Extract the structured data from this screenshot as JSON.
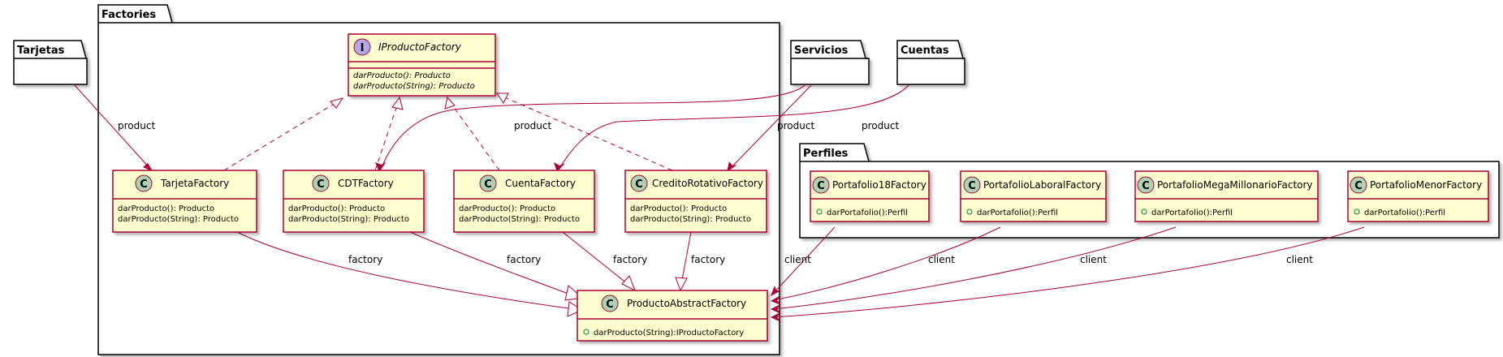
{
  "colors": {
    "class_fill": "#FEFECE",
    "class_border": "#A80036",
    "class_symbol": "#ADD1B2",
    "interface_symbol": "#B4A7E5",
    "package_fill": "#FFFFFF",
    "edge": "#A80036",
    "visibility_public": "#84BE84"
  },
  "packages": {
    "factories": "Factories",
    "tarjetas": "Tarjetas",
    "servicios": "Servicios",
    "cuentas": "Cuentas",
    "perfiles": "Perfiles"
  },
  "interface": {
    "symbol": "I",
    "name": "IProductoFactory",
    "methods": [
      "darProducto(): Producto",
      "darProducto(String): Producto"
    ]
  },
  "symbols": {
    "class": "C"
  },
  "factory_classes": [
    {
      "name": "TarjetaFactory",
      "methods": [
        "darProducto(): Producto",
        "darProducto(String): Producto"
      ]
    },
    {
      "name": "CDTFactory",
      "methods": [
        "darProducto(): Producto",
        "darProducto(String): Producto"
      ]
    },
    {
      "name": "CuentaFactory",
      "methods": [
        "darProducto(): Producto",
        "darProducto(String): Producto"
      ]
    },
    {
      "name": "CreditoRotativoFactory",
      "methods": [
        "darProducto(): Producto",
        "darProducto(String): Producto"
      ]
    }
  ],
  "abstract_factory": {
    "name": "ProductoAbstractFactory",
    "methods": [
      "darProducto(String):IProductoFactory"
    ]
  },
  "perfil_classes": [
    {
      "name": "Portafolio18Factory",
      "methods": [
        "darPortafolio():Perfil"
      ]
    },
    {
      "name": "PortafolioLaboralFactory",
      "methods": [
        "darPortafolio():Perfil"
      ]
    },
    {
      "name": "PortafolioMegaMillonarioFactory",
      "methods": [
        "darPortafolio():Perfil"
      ]
    },
    {
      "name": "PortafolioMenorFactory",
      "methods": [
        "darPortafolio():Perfil"
      ]
    }
  ],
  "edge_labels": {
    "product_tarjetas": "product",
    "product_servicios_cdt": "product",
    "product_servicios_credito": "product",
    "product_cuentas": "product",
    "factory_tarjeta": "factory",
    "factory_cdt": "factory",
    "factory_cuenta": "factory",
    "factory_credito": "factory",
    "client_18": "client",
    "client_laboral": "client",
    "client_mega": "client",
    "client_menor": "client"
  }
}
